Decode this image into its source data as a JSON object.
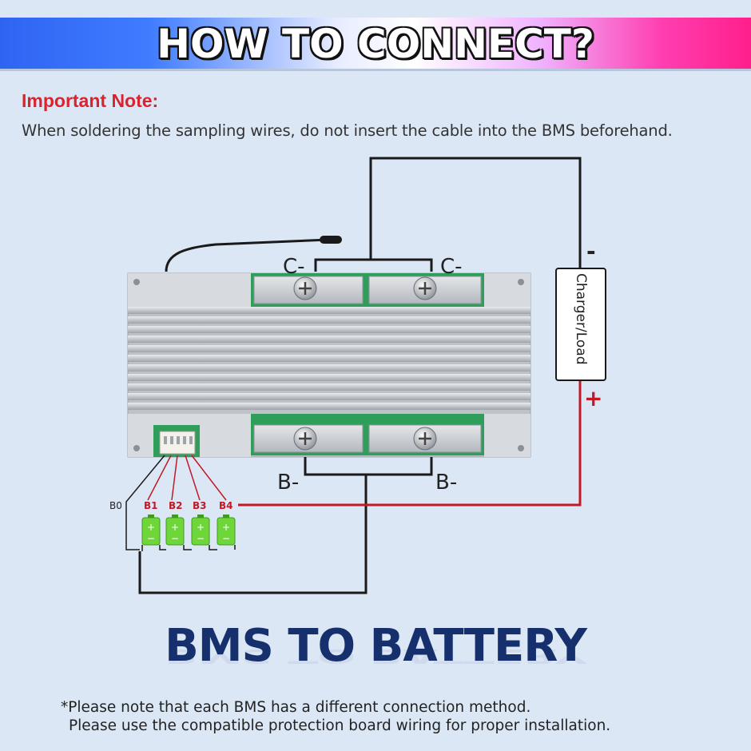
{
  "header": {
    "title": "HOW TO CONNECT?"
  },
  "note": {
    "title": "Important Note:",
    "text": "When soldering the sampling wires, do not insert the cable into the BMS beforehand."
  },
  "diagram": {
    "c_minus_left": "C-",
    "c_minus_right": "C-",
    "b_minus_left": "B-",
    "b_minus_right": "B-",
    "charger_load": "Charger/Load",
    "minus_sign": "-",
    "plus_sign": "+",
    "sense_labels": [
      "B0",
      "B1",
      "B2",
      "B3",
      "B4"
    ],
    "colors": {
      "wire_black": "#1a1a1a",
      "wire_red": "#c21a24",
      "battery_green": "#6fd63a",
      "heatsink": "#c9ccd1"
    }
  },
  "main_title": "BMS TO BATTERY",
  "footer": {
    "line1": "*Please note that each BMS has a different connection method.",
    "line2": "Please use the compatible protection board wiring for proper installation."
  }
}
